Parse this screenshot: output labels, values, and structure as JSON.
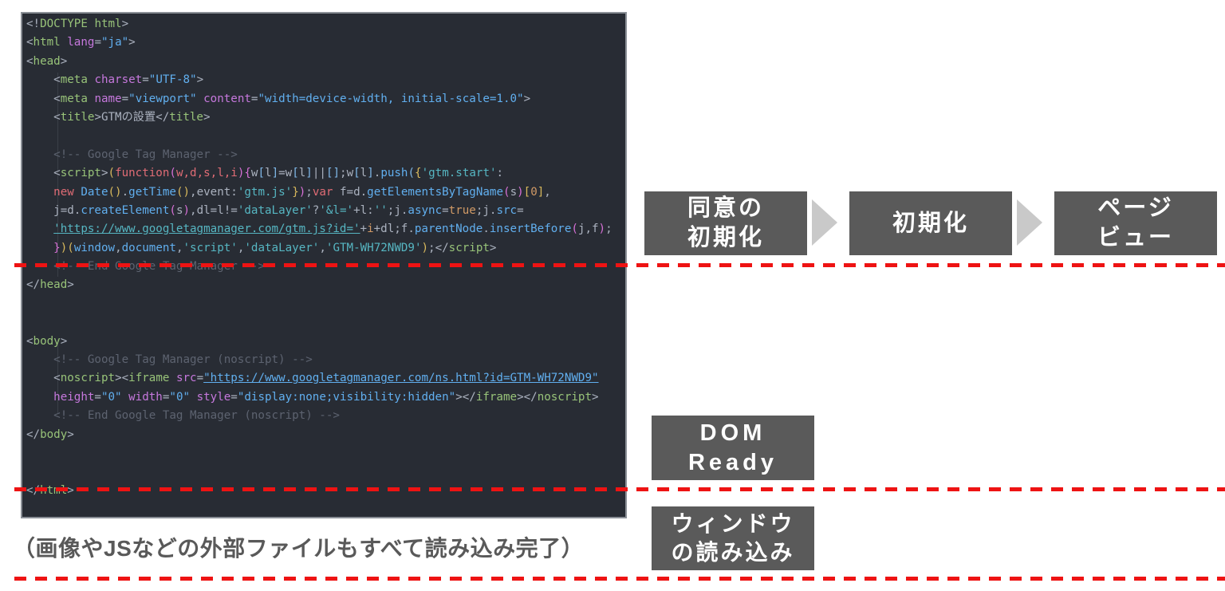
{
  "colors": {
    "editor_background": "#282c34",
    "flow_box_gray": "#5a5a5a",
    "arrow_gray": "#c9c9c9",
    "divider_red": "#ee1313",
    "caption_gray": "#595959"
  },
  "boxes": {
    "consent_init": {
      "line1": "同意の",
      "line2": "初期化"
    },
    "init": {
      "line1": "初期化",
      "line2": ""
    },
    "pageview": {
      "line1": "ページ",
      "line2": "ビュー"
    },
    "dom_ready": {
      "line1": "DOM",
      "line2": "Ready"
    },
    "window_load": {
      "line1": "ウィンドウ",
      "line2": "の読み込み"
    }
  },
  "caption": "（画像やJSなどの外部ファイルもすべて読み込み完了）",
  "code": {
    "lines": [
      [
        [
          "pln",
          "<!"
        ],
        [
          "tag",
          "DOCTYPE"
        ],
        [
          "pln",
          " "
        ],
        [
          "tag",
          "html"
        ],
        [
          "pln",
          ">"
        ]
      ],
      [
        [
          "pln",
          "<"
        ],
        [
          "tag",
          "html"
        ],
        [
          "pln",
          " "
        ],
        [
          "att",
          "lang"
        ],
        [
          "pln",
          "="
        ],
        [
          "avl",
          "\"ja\""
        ],
        [
          "pln",
          ">"
        ]
      ],
      [
        [
          "pln",
          "<"
        ],
        [
          "tag",
          "head"
        ],
        [
          "pln",
          ">"
        ]
      ],
      [
        [
          "pln",
          "    <"
        ],
        [
          "tag",
          "meta"
        ],
        [
          "pln",
          " "
        ],
        [
          "att",
          "charset"
        ],
        [
          "pln",
          "="
        ],
        [
          "avl",
          "\"UTF-8\""
        ],
        [
          "pln",
          ">"
        ]
      ],
      [
        [
          "pln",
          "    <"
        ],
        [
          "tag",
          "meta"
        ],
        [
          "pln",
          " "
        ],
        [
          "att",
          "name"
        ],
        [
          "pln",
          "="
        ],
        [
          "avl",
          "\"viewport\""
        ],
        [
          "pln",
          " "
        ],
        [
          "att",
          "content"
        ],
        [
          "pln",
          "="
        ],
        [
          "avl",
          "\"width=device-width, initial-scale=1.0\""
        ],
        [
          "pln",
          ">"
        ]
      ],
      [
        [
          "pln",
          "    <"
        ],
        [
          "tag",
          "title"
        ],
        [
          "pln",
          ">GTMの設置</"
        ],
        [
          "tag",
          "title"
        ],
        [
          "pln",
          ">"
        ]
      ],
      [],
      [
        [
          "cmt",
          "    <!-- Google Tag Manager -->"
        ]
      ],
      [
        [
          "pln",
          "    <"
        ],
        [
          "tag",
          "script"
        ],
        [
          "pln",
          ">"
        ],
        [
          "br1",
          "("
        ],
        [
          "kwd",
          "function"
        ],
        [
          "br2",
          "("
        ],
        [
          "kwd",
          "w,d,s,l,i"
        ],
        [
          "br2",
          ")"
        ],
        [
          "br2",
          "{"
        ],
        [
          "pln",
          "w"
        ],
        [
          "br3",
          "["
        ],
        [
          "pln",
          "l"
        ],
        [
          "br3",
          "]"
        ],
        [
          "pln",
          "=w"
        ],
        [
          "br3",
          "["
        ],
        [
          "pln",
          "l"
        ],
        [
          "br3",
          "]"
        ],
        [
          "pln",
          "||"
        ],
        [
          "br3",
          "[]"
        ],
        [
          "pln",
          ";w"
        ],
        [
          "br3",
          "["
        ],
        [
          "pln",
          "l"
        ],
        [
          "br3",
          "]"
        ],
        [
          "pln",
          "."
        ],
        [
          "fnc",
          "push"
        ],
        [
          "br3",
          "("
        ],
        [
          "br1",
          "{"
        ],
        [
          "jst",
          "'gtm.start'"
        ],
        [
          "pln",
          ":"
        ]
      ],
      [
        [
          "pln",
          "    "
        ],
        [
          "kwd",
          "new"
        ],
        [
          "pln",
          " "
        ],
        [
          "fnc",
          "Date"
        ],
        [
          "br1",
          "()"
        ],
        [
          "pln",
          "."
        ],
        [
          "fnc",
          "getTime"
        ],
        [
          "br1",
          "()"
        ],
        [
          "pln",
          ",event:"
        ],
        [
          "jst",
          "'gtm.js'"
        ],
        [
          "br1",
          "}"
        ],
        [
          "br2",
          ")"
        ],
        [
          "pln",
          ";"
        ],
        [
          "kwd",
          "var"
        ],
        [
          "pln",
          " f=d."
        ],
        [
          "fnc",
          "getElementsByTagName"
        ],
        [
          "br2",
          "("
        ],
        [
          "pln",
          "s"
        ],
        [
          "br2",
          ")"
        ],
        [
          "br1",
          "["
        ],
        [
          "num",
          "0"
        ],
        [
          "br1",
          "]"
        ],
        [
          "pln",
          ","
        ]
      ],
      [
        [
          "pln",
          "    j=d."
        ],
        [
          "fnc",
          "createElement"
        ],
        [
          "br2",
          "("
        ],
        [
          "pln",
          "s"
        ],
        [
          "br2",
          ")"
        ],
        [
          "pln",
          ",dl=l!="
        ],
        [
          "jst",
          "'dataLayer'"
        ],
        [
          "pln",
          "?"
        ],
        [
          "jst",
          "'&l='"
        ],
        [
          "pln",
          "+l:"
        ],
        [
          "jst",
          "''"
        ],
        [
          "pln",
          ";j."
        ],
        [
          "fnc",
          "async"
        ],
        [
          "pln",
          "="
        ],
        [
          "num",
          "true"
        ],
        [
          "pln",
          ";j."
        ],
        [
          "fnc",
          "src"
        ],
        [
          "pln",
          "="
        ]
      ],
      [
        [
          "pln",
          "    "
        ],
        [
          "jsu",
          "'https://www.googletagmanager.com/gtm.js?id='"
        ],
        [
          "pln",
          "+"
        ],
        [
          "num",
          "i"
        ],
        [
          "pln",
          "+dl;f."
        ],
        [
          "fnc",
          "parentNode"
        ],
        [
          "pln",
          "."
        ],
        [
          "fnc",
          "insertBefore"
        ],
        [
          "br2",
          "("
        ],
        [
          "pln",
          "j,f"
        ],
        [
          "br2",
          ")"
        ],
        [
          "pln",
          ";"
        ]
      ],
      [
        [
          "pln",
          "    "
        ],
        [
          "br2",
          "}"
        ],
        [
          "br1",
          ")("
        ],
        [
          "fnc",
          "window"
        ],
        [
          "pln",
          ","
        ],
        [
          "fnc",
          "document"
        ],
        [
          "pln",
          ","
        ],
        [
          "jst",
          "'script'"
        ],
        [
          "pln",
          ","
        ],
        [
          "jst",
          "'dataLayer'"
        ],
        [
          "pln",
          ","
        ],
        [
          "jst",
          "'GTM-WH72NWD9'"
        ],
        [
          "br1",
          ")"
        ],
        [
          "pln",
          ";</"
        ],
        [
          "tag",
          "script"
        ],
        [
          "pln",
          ">"
        ]
      ],
      [
        [
          "cmt",
          "    <!-- End Google Tag Manager -->"
        ]
      ],
      [
        [
          "pln",
          "</"
        ],
        [
          "tag",
          "head"
        ],
        [
          "pln",
          ">"
        ]
      ],
      [],
      [],
      [
        [
          "pln",
          "<"
        ],
        [
          "tag",
          "body"
        ],
        [
          "pln",
          ">"
        ]
      ],
      [
        [
          "cmt",
          "    <!-- Google Tag Manager (noscript) -->"
        ]
      ],
      [
        [
          "pln",
          "    <"
        ],
        [
          "tag",
          "noscript"
        ],
        [
          "pln",
          "><"
        ],
        [
          "tag",
          "iframe"
        ],
        [
          "pln",
          " "
        ],
        [
          "att",
          "src"
        ],
        [
          "pln",
          "="
        ],
        [
          "avu",
          "\"https://www.googletagmanager.com/ns.html?id=GTM-WH72NWD9\""
        ]
      ],
      [
        [
          "pln",
          "    "
        ],
        [
          "att",
          "height"
        ],
        [
          "pln",
          "="
        ],
        [
          "avl",
          "\"0\""
        ],
        [
          "pln",
          " "
        ],
        [
          "att",
          "width"
        ],
        [
          "pln",
          "="
        ],
        [
          "avl",
          "\"0\""
        ],
        [
          "pln",
          " "
        ],
        [
          "att",
          "style"
        ],
        [
          "pln",
          "="
        ],
        [
          "avl",
          "\"display:none;visibility:hidden\""
        ],
        [
          "pln",
          "></"
        ],
        [
          "tag",
          "iframe"
        ],
        [
          "pln",
          "></"
        ],
        [
          "tag",
          "noscript"
        ],
        [
          "pln",
          ">"
        ]
      ],
      [
        [
          "cmt",
          "    <!-- End Google Tag Manager (noscript) -->"
        ]
      ],
      [
        [
          "pln",
          "</"
        ],
        [
          "tag",
          "body"
        ],
        [
          "pln",
          ">"
        ]
      ],
      [],
      [],
      [
        [
          "pln",
          "</"
        ],
        [
          "tag",
          "html"
        ],
        [
          "pln",
          ">"
        ]
      ]
    ]
  }
}
